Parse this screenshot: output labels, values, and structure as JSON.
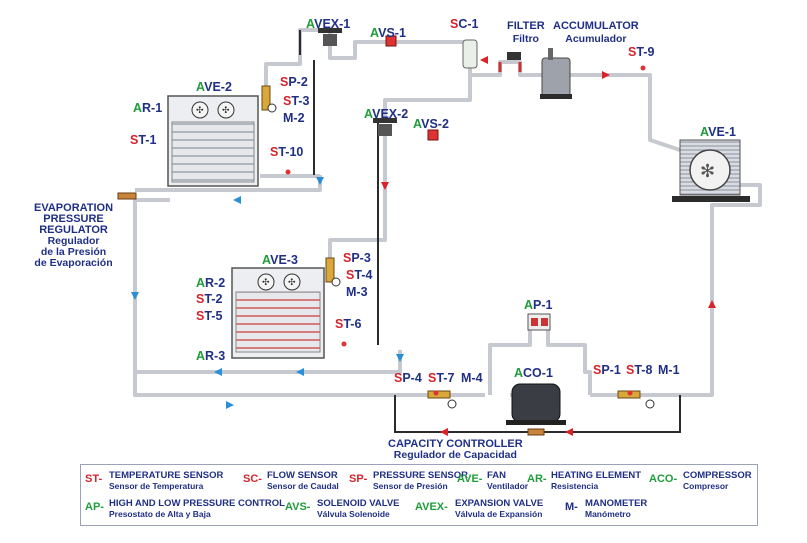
{
  "components": {
    "avex1": {
      "prefix": "A",
      "rest": "VEX-1"
    },
    "avs1": {
      "prefix": "A",
      "rest": "VS-1"
    },
    "sc1": {
      "prefix": "S",
      "rest": "C-1"
    },
    "filter": {
      "en": "FILTER",
      "es": "Filtro"
    },
    "accumulator": {
      "en": "ACCUMULATOR",
      "es": "Acumulador"
    },
    "st9": {
      "prefix": "S",
      "rest": "T-9"
    },
    "ave2": {
      "prefix": "A",
      "rest": "VE-2"
    },
    "sp2": {
      "prefix": "S",
      "rest": "P-2"
    },
    "st3": {
      "prefix": "S",
      "rest": "T-3"
    },
    "m2": {
      "text": "M-2"
    },
    "ar1": {
      "prefix": "A",
      "rest": "R-1"
    },
    "st1": {
      "prefix": "S",
      "rest": "T-1"
    },
    "st10": {
      "prefix": "S",
      "rest": "T-10"
    },
    "avex2": {
      "prefix": "A",
      "rest": "VEX-2"
    },
    "avs2": {
      "prefix": "A",
      "rest": "VS-2"
    },
    "ave1": {
      "prefix": "A",
      "rest": "VE-1"
    },
    "epr": {
      "en1": "EVAPORATION",
      "en2": "PRESSURE",
      "en3": "REGULATOR",
      "es1": "Regulador",
      "es2": "de la Presión",
      "es3": "de Evaporación"
    },
    "ave3": {
      "prefix": "A",
      "rest": "VE-3"
    },
    "sp3": {
      "prefix": "S",
      "rest": "P-3"
    },
    "st4": {
      "prefix": "S",
      "rest": "T-4"
    },
    "m3": {
      "text": "M-3"
    },
    "ar2": {
      "prefix": "A",
      "rest": "R-2"
    },
    "st2": {
      "prefix": "S",
      "rest": "T-2"
    },
    "st5": {
      "prefix": "S",
      "rest": "T-5"
    },
    "st6": {
      "prefix": "S",
      "rest": "T-6"
    },
    "ar3": {
      "prefix": "A",
      "rest": "R-3"
    },
    "ap1": {
      "prefix": "A",
      "rest": "P-1"
    },
    "sp4": {
      "prefix": "S",
      "rest": "P-4"
    },
    "st7": {
      "prefix": "S",
      "rest": "T-7"
    },
    "m4": {
      "text": "M-4"
    },
    "aco1": {
      "prefix": "A",
      "rest": "CO-1"
    },
    "sp1": {
      "prefix": "S",
      "rest": "P-1"
    },
    "st8": {
      "prefix": "S",
      "rest": "T-8"
    },
    "m1": {
      "text": "M-1"
    },
    "capacity": {
      "en": "CAPACITY CONTROLLER",
      "es": "Regulador de Capacidad"
    }
  },
  "legend": [
    {
      "code": "ST-",
      "code_color": "red",
      "en": "TEMPERATURE SENSOR",
      "es": "Sensor de Temperatura"
    },
    {
      "code": "SC-",
      "code_color": "red",
      "en": "FLOW SENSOR",
      "es": "Sensor de Caudal"
    },
    {
      "code": "SP-",
      "code_color": "red",
      "en": "PRESSURE SENSOR",
      "es": "Sensor de Presión"
    },
    {
      "code": "AVE-",
      "code_color": "green",
      "en": "FAN",
      "es": "Ventilador"
    },
    {
      "code": "AR-",
      "code_color": "green",
      "en": "HEATING ELEMENT",
      "es": "Resistencia"
    },
    {
      "code": "ACO-",
      "code_color": "green",
      "en": "COMPRESSOR",
      "es": "Compresor"
    },
    {
      "code": "AP-",
      "code_color": "green",
      "en": "HIGH AND LOW PRESSURE CONTROL",
      "es": "Presostato de Alta y Baja"
    },
    {
      "code": "AVS-",
      "code_color": "green",
      "en": "SOLENOID VALVE",
      "es": "Válvula Solenoide"
    },
    {
      "code": "AVEX-",
      "code_color": "green",
      "en": "EXPANSION VALVE",
      "es": "Válvula de Expansión"
    },
    {
      "code": "M-",
      "code_color": "blue",
      "en": "MANOMETER",
      "es": "Manómetro"
    }
  ],
  "colors": {
    "pipe": "#c9ccd2",
    "label": "#1f2f86",
    "sensor": "#d4242c",
    "actuator": "#1f9d3a",
    "flow_hot": "#d8232a",
    "flow_cold": "#2a8fd6"
  }
}
